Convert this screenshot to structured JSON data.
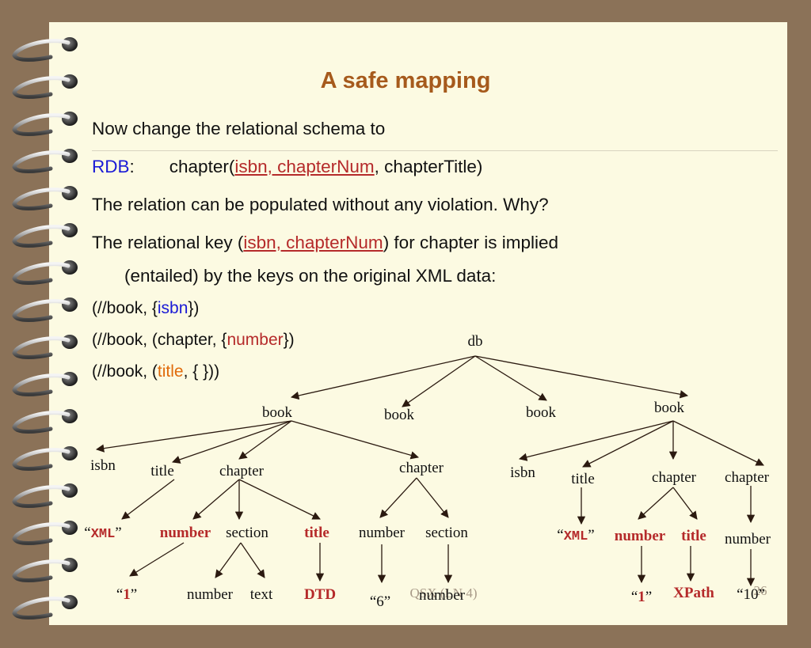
{
  "title": "A safe mapping",
  "line1": "Now change the relational schema to",
  "rdb": {
    "label": "RDB",
    "colon": ":",
    "rel": "chapter(",
    "key": "isbn,  chapterNum",
    "rest": ",  chapterTitle)"
  },
  "line3": "The relation can be populated without any violation. Why?",
  "line4": {
    "pre": "The relational key (",
    "key": "isbn,  chapterNum",
    "post": ") for chapter is implied"
  },
  "line5": "(entailed) by the keys on the original XML data:",
  "keys": [
    {
      "pre": "(//book,    {",
      "hl": "isbn",
      "post": "})"
    },
    {
      "pre": "(//book,    (chapter,   {",
      "hl": "number",
      "post": "})"
    },
    {
      "pre": "(//book,  (",
      "hl": "title",
      "post": ",  { }))"
    }
  ],
  "tree": {
    "db": "db",
    "book": "book",
    "isbn": "isbn",
    "title": "title",
    "chapter": "chapter",
    "number": "number",
    "section": "section",
    "text": "text",
    "xml": "XML",
    "xml_open": "“",
    "xml_close": "”",
    "dtd": "DTD",
    "xpath": "XPath",
    "one": "“1”",
    "one_open": "“",
    "one_val": "1",
    "one_close": "”",
    "six": "“6”",
    "ten": "“10”"
  },
  "footer": {
    "source": "QSX (LN 4)",
    "page": "26"
  }
}
